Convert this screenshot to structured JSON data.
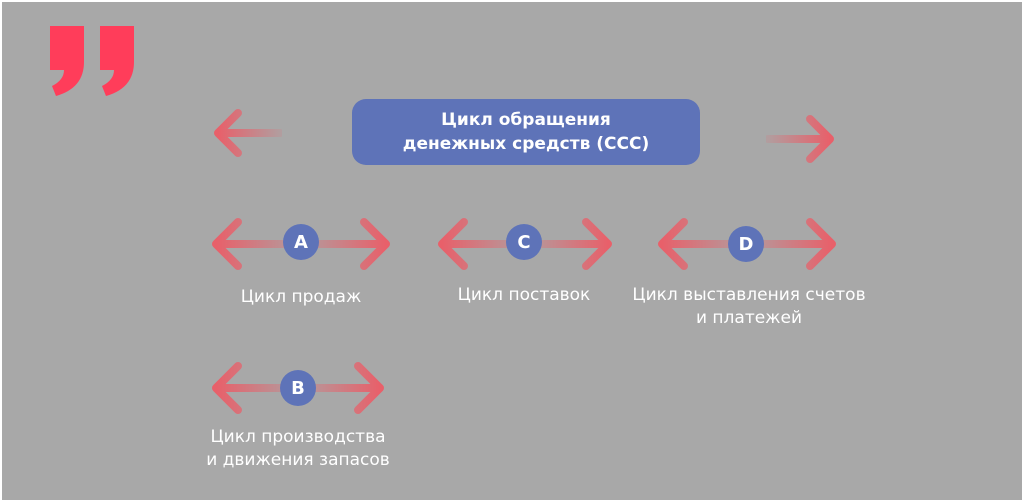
{
  "colors": {
    "background": "#a8a8a8",
    "accent_red": "#e8606a",
    "badge_blue": "#5e73b8",
    "text": "#ffffff"
  },
  "decoration": {
    "icon": "quote-mark-icon"
  },
  "title": {
    "line1": "Цикл обращения",
    "line2": "денежных средств (ССС)"
  },
  "cycles": [
    {
      "id": "A",
      "label_line1": "Цикл продаж",
      "label_line2": ""
    },
    {
      "id": "C",
      "label_line1": "Цикл поставок",
      "label_line2": ""
    },
    {
      "id": "D",
      "label_line1": "Цикл выставления счетов",
      "label_line2": "и платежей"
    },
    {
      "id": "B",
      "label_line1": "Цикл производства",
      "label_line2": "и движения запасов"
    }
  ]
}
